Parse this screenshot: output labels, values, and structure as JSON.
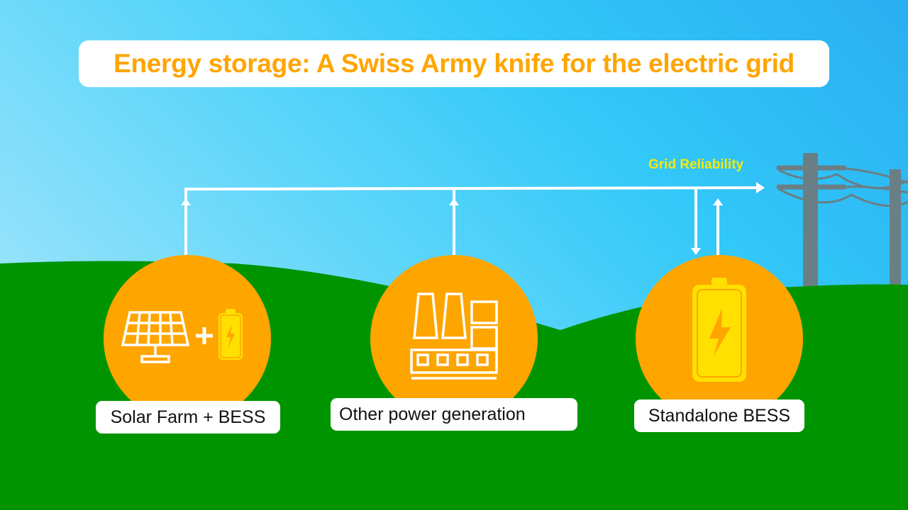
{
  "title": "Energy storage: A Swiss Army knife for the electric grid",
  "grid_label": "Grid Reliability",
  "nodes": [
    {
      "id": "solar-bess",
      "label": "Solar Farm + BESS",
      "icons": [
        "solar-panel-icon",
        "plus-icon",
        "battery-icon"
      ],
      "flow": "to-grid"
    },
    {
      "id": "other-generation",
      "label": "Other power generation",
      "icons": [
        "factory-icon"
      ],
      "flow": "to-grid"
    },
    {
      "id": "standalone-bess",
      "label": "Standalone BESS",
      "icons": [
        "battery-icon"
      ],
      "flow": "bidirectional"
    }
  ],
  "colors": {
    "title_text": "#ffa500",
    "circle": "#ffa500",
    "ground": "#009400",
    "battery": "#ffe000",
    "grid_label": "#f5e90c",
    "pylon": "#6a7f85",
    "arrows": "#ffffff"
  }
}
